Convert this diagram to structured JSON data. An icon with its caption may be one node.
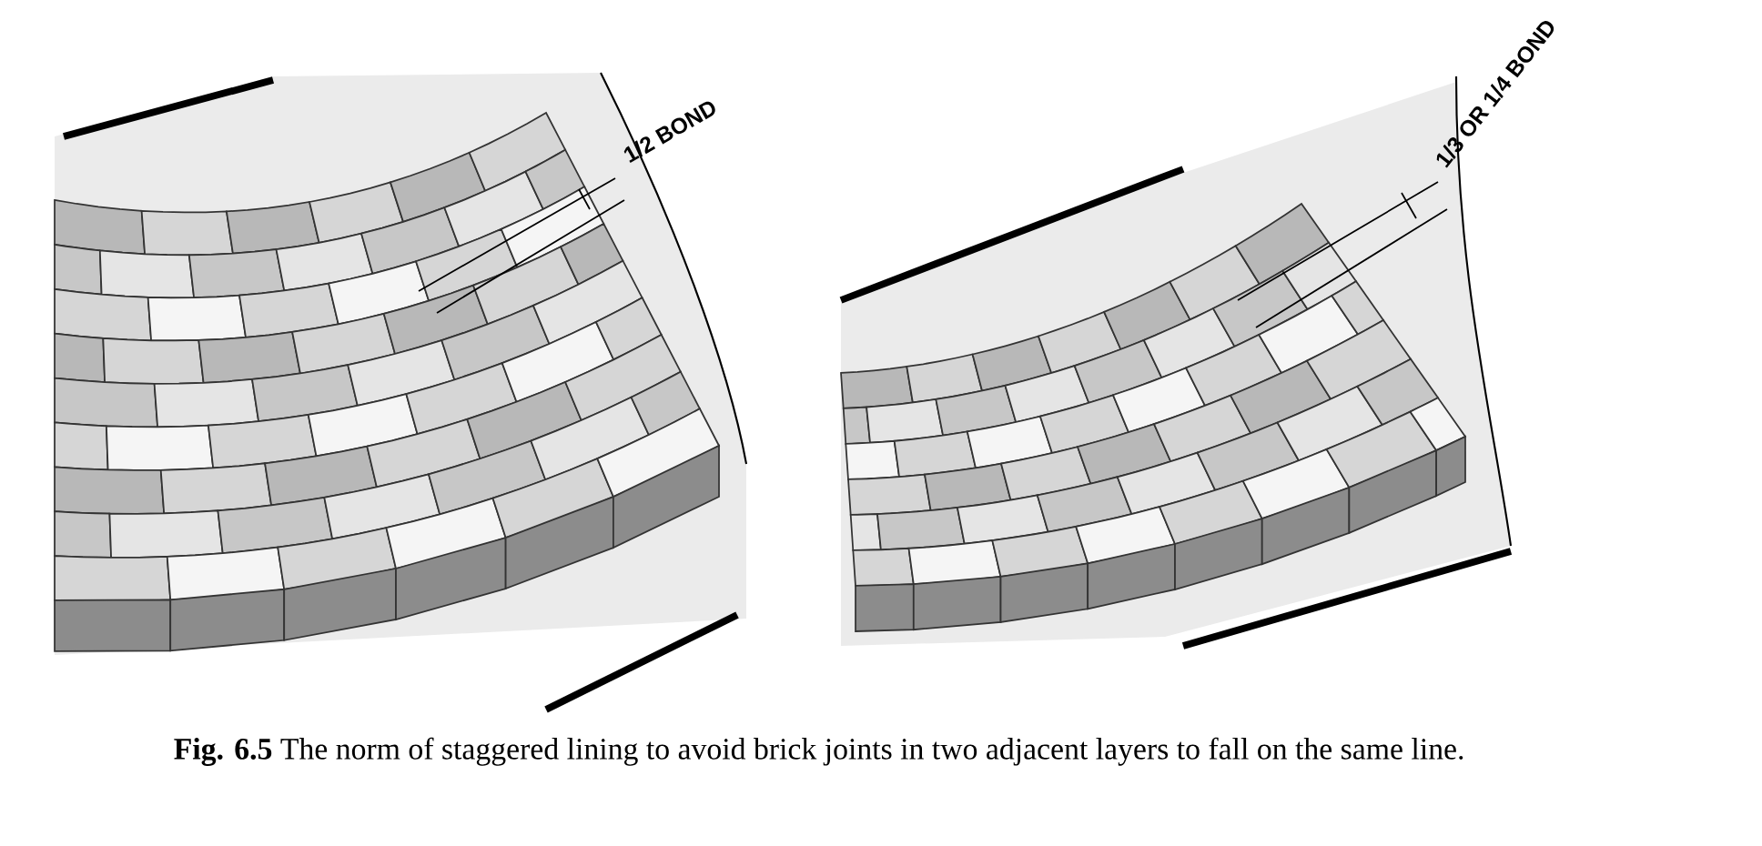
{
  "diagram": {
    "caption": "**Fig. 6.5** The norm of staggered lining to avoid brick joints in two adjacent layers to fall on the same line.",
    "labels": [
      "1/2 BOND",
      "1/3 OR 1/4 BOND"
    ]
  }
}
